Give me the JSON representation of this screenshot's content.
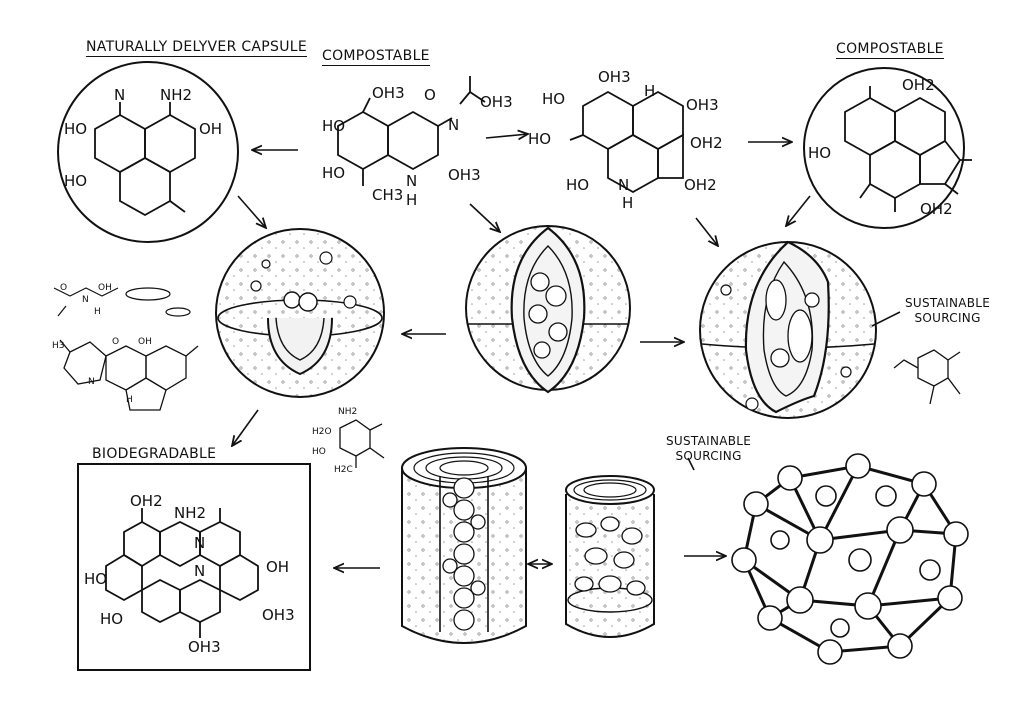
{
  "labels": {
    "naturally_delyver_capsule": "NATURALLY DELYVER CAPSULE",
    "compostable_1": "COMPOSTABLE",
    "compostable_2": "COMPOSTABLE",
    "sustainable_sourcing_1_line1": "SUSTAINABLE",
    "sustainable_sourcing_1_line2": "SOURCING",
    "sustainable_sourcing_2_line1": "SUSTAINABLE",
    "sustainable_sourcing_2_line2": "SOURCING",
    "biodegradable": "BIODEGRADABLE"
  },
  "molecules": {
    "m1": {
      "a": "N",
      "b": "NH2",
      "c": "HO",
      "d": "OH",
      "e": "HO"
    },
    "m2": {
      "a": "OH3",
      "b": "HO",
      "c": "HO",
      "d": "CH3",
      "e": "N",
      "f": "H",
      "g": "OH3",
      "h": "N",
      "i": "O",
      "j": "OH3"
    },
    "m3": {
      "a": "OH3",
      "b": "HO",
      "c": "H",
      "d": "OH3",
      "e": "HO",
      "f": "OH2",
      "g": "HO",
      "h": "N",
      "i": "H",
      "j": "OH2"
    },
    "m4": {
      "a": "OH2",
      "b": "HO",
      "c": "OH2"
    },
    "m5": {
      "a": "NH2",
      "b": "H2O",
      "c": "HO",
      "d": "H2C"
    },
    "m6": {
      "a": "OH2",
      "b": "NH2",
      "c": "N",
      "d": "N",
      "e": "HO",
      "f": "OH",
      "g": "HO",
      "h": "OH3",
      "i": "OH3"
    },
    "m7": {
      "a": "O",
      "b": "OH",
      "c": "N",
      "d": "H"
    },
    "m8": {
      "a": "H3",
      "b": "O",
      "c": "OH",
      "d": "N",
      "e": "H"
    }
  },
  "icons": [
    "sphere-icon",
    "sphere-icon",
    "sphere-icon",
    "cylinder-icon",
    "jar-icon",
    "cluster-icon"
  ]
}
